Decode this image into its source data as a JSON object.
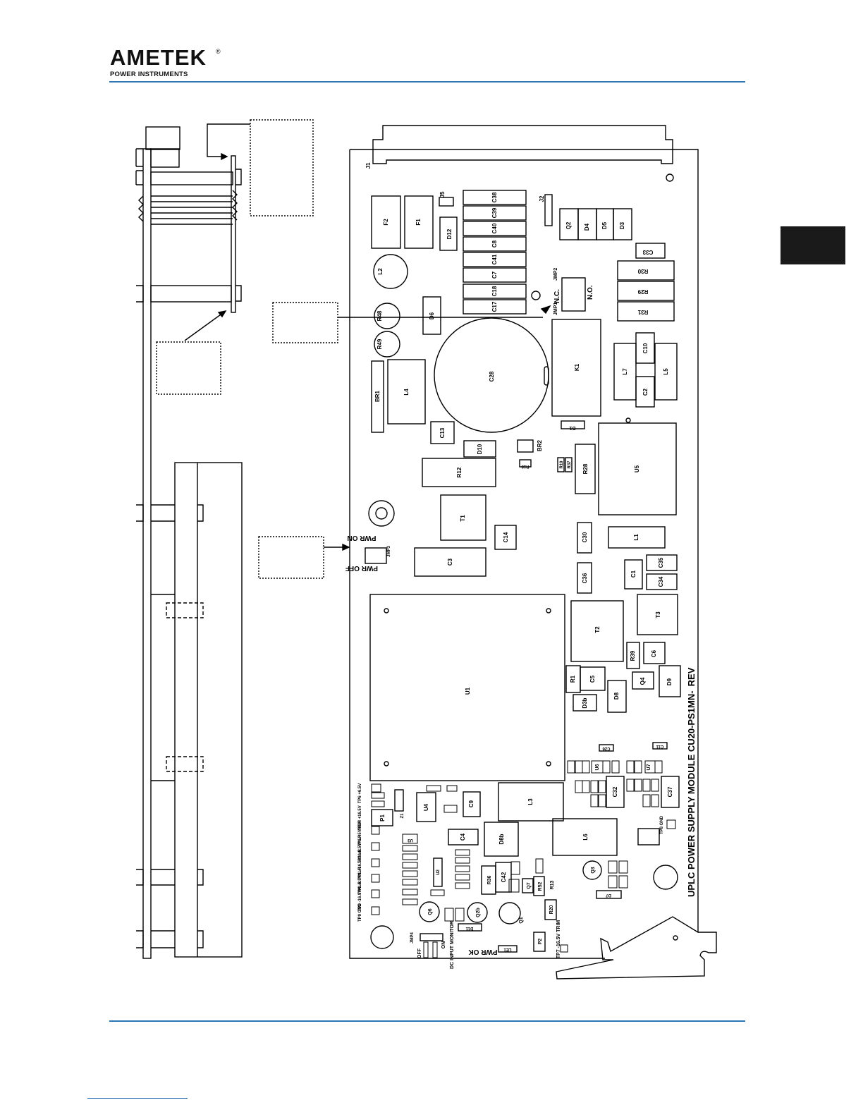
{
  "header": {
    "brand": "AMETEK",
    "registered": "®",
    "division": "POWER INSTRUMENTS"
  },
  "board": {
    "title": "UPLC POWER SUPPLY MODULE CU20-PS1MN-",
    "rev": "REV",
    "connector": "J1",
    "jumpers": {
      "jmp1": "JMP1",
      "jmp2": "JMP2",
      "nc": "N.C.",
      "no": "N.O.",
      "jmp3": "JMP3",
      "pwr_on": "PWR ON",
      "pwr_off": "PWR OFF",
      "jmp4": "JMP4",
      "off": "OFF",
      "on": "ON",
      "dc_input_monitor": "DC INPUT MONITOR",
      "pwr_ok": "PWR OK"
    },
    "testpoints": [
      "TP6 +6.5V",
      "TRIM +16.5V",
      "TP5 +5VREF",
      "TP2 +6.5VALR",
      "TP1 +16.5VALR",
      "TP4 -6.5VALR",
      "TP3 -16.5VALR",
      "TP9 GND",
      "TP8 GND",
      "TP7 -16.5V TRIM"
    ],
    "components": [
      {
        "ref": "F2"
      },
      {
        "ref": "F1"
      },
      {
        "ref": "J5"
      },
      {
        "ref": "D12"
      },
      {
        "ref": "C38"
      },
      {
        "ref": "C39"
      },
      {
        "ref": "C40"
      },
      {
        "ref": "C8"
      },
      {
        "ref": "C41"
      },
      {
        "ref": "C7"
      },
      {
        "ref": "C18"
      },
      {
        "ref": "C17"
      },
      {
        "ref": "J2"
      },
      {
        "ref": "Q2"
      },
      {
        "ref": "D4"
      },
      {
        "ref": "D5"
      },
      {
        "ref": "D3"
      },
      {
        "ref": "C33"
      },
      {
        "ref": "R30"
      },
      {
        "ref": "R29"
      },
      {
        "ref": "R31"
      },
      {
        "ref": "L2"
      },
      {
        "ref": "R48"
      },
      {
        "ref": "R49"
      },
      {
        "ref": "D6"
      },
      {
        "ref": "C28"
      },
      {
        "ref": "K1"
      },
      {
        "ref": "C10"
      },
      {
        "ref": "L7"
      },
      {
        "ref": "L5"
      },
      {
        "ref": "C2"
      },
      {
        "ref": "BR1"
      },
      {
        "ref": "L4"
      },
      {
        "ref": "C13"
      },
      {
        "ref": "D10"
      },
      {
        "ref": "BR2"
      },
      {
        "ref": "R18"
      },
      {
        "ref": "D1"
      },
      {
        "ref": "R19"
      },
      {
        "ref": "R37"
      },
      {
        "ref": "R28"
      },
      {
        "ref": "U5"
      },
      {
        "ref": "R12"
      },
      {
        "ref": "T1"
      },
      {
        "ref": "C14"
      },
      {
        "ref": "C3"
      },
      {
        "ref": "C30"
      },
      {
        "ref": "L1"
      },
      {
        "ref": "C36"
      },
      {
        "ref": "C1"
      },
      {
        "ref": "C35"
      },
      {
        "ref": "C34"
      },
      {
        "ref": "U1"
      },
      {
        "ref": "T2"
      },
      {
        "ref": "T3"
      },
      {
        "ref": "R39"
      },
      {
        "ref": "C6"
      },
      {
        "ref": "R1"
      },
      {
        "ref": "C5"
      },
      {
        "ref": "Q4"
      },
      {
        "ref": "D8"
      },
      {
        "ref": "D9"
      },
      {
        "ref": "D3b"
      },
      {
        "ref": "C26"
      },
      {
        "ref": "C11"
      },
      {
        "ref": "U6"
      },
      {
        "ref": "U7"
      },
      {
        "ref": "C32"
      },
      {
        "ref": "C37"
      },
      {
        "ref": "L3"
      },
      {
        "ref": "L6"
      },
      {
        "ref": "C9"
      },
      {
        "ref": "U4"
      },
      {
        "ref": "Z1"
      },
      {
        "ref": "P1"
      },
      {
        "ref": "U3"
      },
      {
        "ref": "U2"
      },
      {
        "ref": "C4"
      },
      {
        "ref": "D8b"
      },
      {
        "ref": "C42"
      },
      {
        "ref": "R36"
      },
      {
        "ref": "Q7"
      },
      {
        "ref": "R52"
      },
      {
        "ref": "R13"
      },
      {
        "ref": "R20"
      },
      {
        "ref": "Q3"
      },
      {
        "ref": "D7"
      },
      {
        "ref": "Q6"
      },
      {
        "ref": "Q2b"
      },
      {
        "ref": "Q1"
      },
      {
        "ref": "D11"
      },
      {
        "ref": "P2"
      },
      {
        "ref": "LE1"
      }
    ]
  }
}
